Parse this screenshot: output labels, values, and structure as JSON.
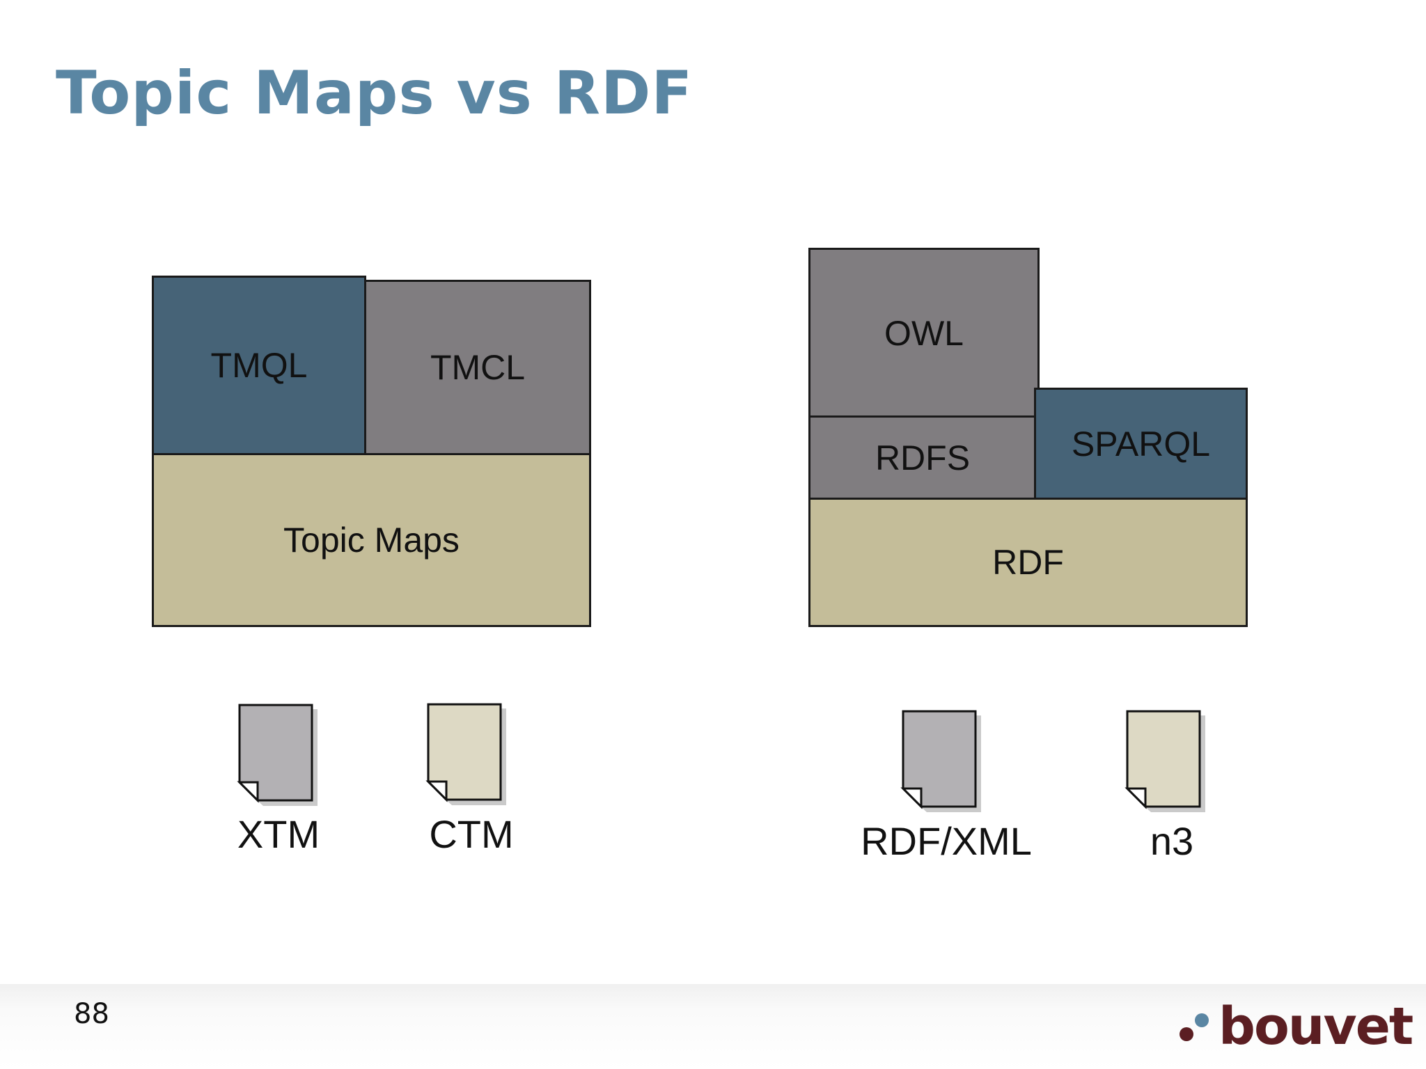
{
  "slide": {
    "title": "Topic Maps vs RDF",
    "page_number": "88"
  },
  "colors": {
    "title": "#5a86a3",
    "blue_block": "#466377",
    "gray_block": "#807d80",
    "tan_block": "#c4bd99",
    "doc_gray": "#b3b1b4",
    "doc_tan": "#ddd9c4",
    "logo_maroon": "#5b1e22",
    "logo_blue": "#5a86a3"
  },
  "topic_maps_stack": {
    "query": "TMQL",
    "constraint": "TMCL",
    "base": "Topic Maps"
  },
  "rdf_stack": {
    "ontology": "OWL",
    "schema": "RDFS",
    "query": "SPARQL",
    "base": "RDF"
  },
  "formats": {
    "topic_maps": [
      "XTM",
      "CTM"
    ],
    "rdf": [
      "RDF/XML",
      "n3"
    ]
  },
  "logo": {
    "text": "bouvet"
  }
}
